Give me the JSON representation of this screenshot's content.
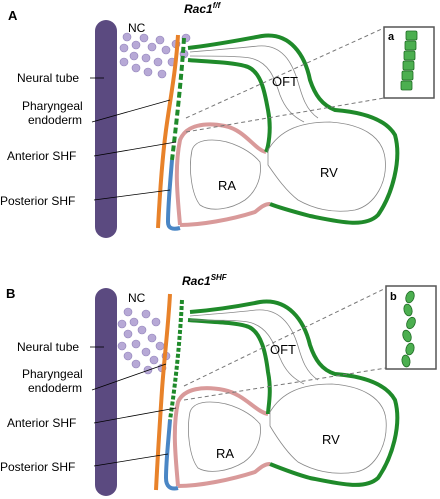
{
  "panels": [
    {
      "letter": "A",
      "genotype_base": "Rac1",
      "genotype_sup": "f/f",
      "inset_letter": "a",
      "labels": {
        "nc": "NC",
        "neural_tube": "Neural tube",
        "pharyngeal_1": "Pharyngeal",
        "pharyngeal_2": "endoderm",
        "anterior_shf": "Anterior SHF",
        "posterior_shf": "Posterior SHF",
        "oft": "OFT",
        "ra": "RA",
        "rv": "RV"
      }
    },
    {
      "letter": "B",
      "genotype_base": "Rac1",
      "genotype_sup": "SHF",
      "inset_letter": "b",
      "labels": {
        "nc": "NC",
        "neural_tube": "Neural tube",
        "pharyngeal_1": "Pharyngeal",
        "pharyngeal_2": "endoderm",
        "anterior_shf": "Anterior SHF",
        "posterior_shf": "Posterior SHF",
        "oft": "OFT",
        "ra": "RA",
        "rv": "RV"
      }
    }
  ],
  "colors": {
    "neural_tube": "#5b4a80",
    "neural_crest": "#b7a9d6",
    "endoderm": "#e8822a",
    "anterior_shf": "#1f8a2a",
    "posterior_shf": "#4a86c5",
    "atrial": "#d99a9a",
    "inset_cells": "#4caf50"
  }
}
